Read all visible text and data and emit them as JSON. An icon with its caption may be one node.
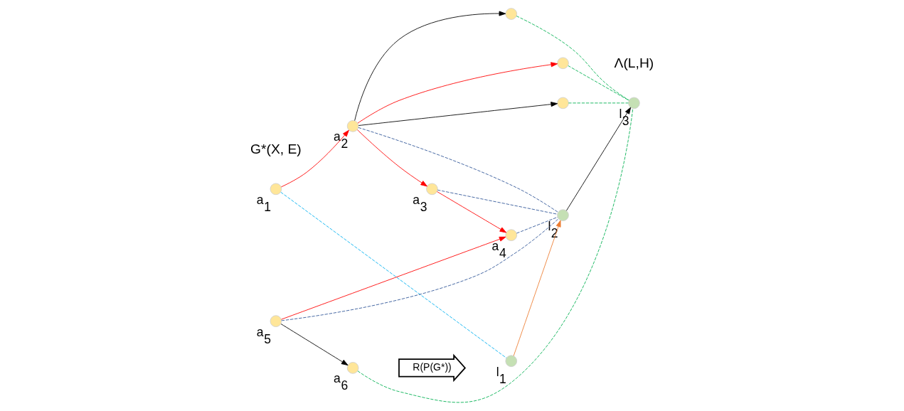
{
  "diagram": {
    "nodes": [
      {
        "text": [
          "a$_{1}$"
        ]
      },
      {
        "text": [
          "a$_{2}$"
        ]
      },
      {
        "text": [
          "a$_{3}$"
        ]
      },
      {
        "text": [
          "a$_{4}$"
        ]
      },
      {
        "text": [
          "a$_{5}$"
        ]
      },
      {
        "text": [
          "a$_{6}$"
        ]
      },
      {
        "text": [],
        "shape": "circle"
      },
      {
        "text": [],
        "shape": "circle"
      },
      {
        "text": [],
        "shape": "circle"
      },
      {
        "text": [
          "R(P(G*))"
        ]
      },
      {
        "text": [
          "l$_{1}$"
        ]
      },
      {
        "text": [
          "l$_{2}$"
        ]
      },
      {
        "text": [
          "l$_{3}$"
        ]
      }
    ],
    "edges": [
      {
        "from": 0,
        "to": 1,
        "arrow": "to",
        "color": "#ff0000"
      },
      {
        "from": 1,
        "to": 6,
        "arrow": "to",
        "color": "#000000"
      },
      {
        "from": 1,
        "to": 7,
        "arrow": "to",
        "color": "#000000"
      },
      {
        "from": 1,
        "to": 8,
        "arrow": "to",
        "color": "#ff0000"
      },
      {
        "from": 1,
        "to": 2,
        "arrow": "to",
        "color": "#ff0000"
      },
      {
        "from": 2,
        "to": 3,
        "arrow": "to",
        "color": "#ff0000"
      },
      {
        "from": 4,
        "to": 3,
        "arrow": "to",
        "color": "#ff0000"
      },
      {
        "from": 4,
        "to": 5,
        "arrow": "to",
        "color": "#000000"
      },
      {
        "from": 10,
        "to": 11,
        "arrow": "to",
        "color": "#ed7d31"
      },
      {
        "from": 11,
        "to": 12,
        "arrow": "to",
        "color": "#000000"
      },
      {
        "from": 6,
        "to": 12,
        "arrow": "none",
        "style": "dashed",
        "color": "#00b050"
      },
      {
        "from": 7,
        "to": 12,
        "arrow": "none",
        "style": "dashed",
        "color": "#00b050"
      },
      {
        "from": 8,
        "to": 12,
        "arrow": "none",
        "style": "dashed",
        "color": "#00b050"
      },
      {
        "from": 5,
        "to": 12,
        "arrow": "none",
        "style": "dashed",
        "color": "#00b050"
      },
      {
        "from": 0,
        "to": 10,
        "arrow": "none",
        "style": "dashed",
        "color": "#00b0f0"
      },
      {
        "from": 1,
        "to": 11,
        "arrow": "none",
        "style": "dashed",
        "color": "#2f5597"
      },
      {
        "from": 2,
        "to": 11,
        "arrow": "none",
        "style": "dashed",
        "color": "#2f5597"
      },
      {
        "from": 4,
        "to": 11,
        "arrow": "none",
        "style": "dashed",
        "color": "#2f5597"
      },
      {
        "from": 3,
        "to": 11,
        "arrow": "none",
        "style": "dashed",
        "color": "#2f5597"
      }
    ],
    "labels": [
      "G*(X, E)",
      "Λ(L,H)"
    ]
  }
}
